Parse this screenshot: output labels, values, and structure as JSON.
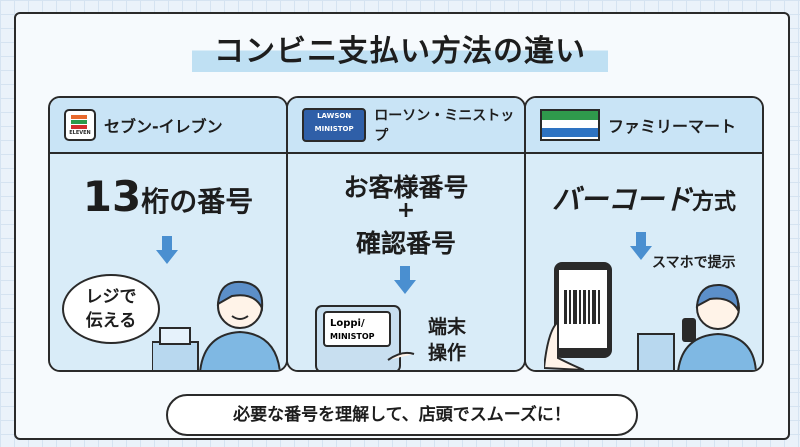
{
  "title": "コンビニ支払い方法の違い",
  "cards": [
    {
      "store": "セブン-イレブン",
      "logo_text": "ELEVEN",
      "method_num": "13",
      "method_rest": "桁の番号",
      "bubble": "レジで\n伝える"
    },
    {
      "store": "ローソン・ミニストップ",
      "logo_text_1": "LAWSON",
      "logo_text_2": "MINISTOP",
      "line1": "お客様番号",
      "plus": "+",
      "line2": "確認番号",
      "terminal_label_1": "Loppi/",
      "terminal_label_2": "MINISTOP",
      "action": "端末\n操作"
    },
    {
      "store": "ファミリーマート",
      "method_main": "バーコード",
      "method_rest": "方式",
      "action": "スマホで提示"
    }
  ],
  "footer": "必要な番号を理解して、店頭でスムーズに！",
  "colors": {
    "accent": "#4a8fd0",
    "header_bg": "#c9e4f6",
    "body_bg": "#d9ecf8"
  }
}
